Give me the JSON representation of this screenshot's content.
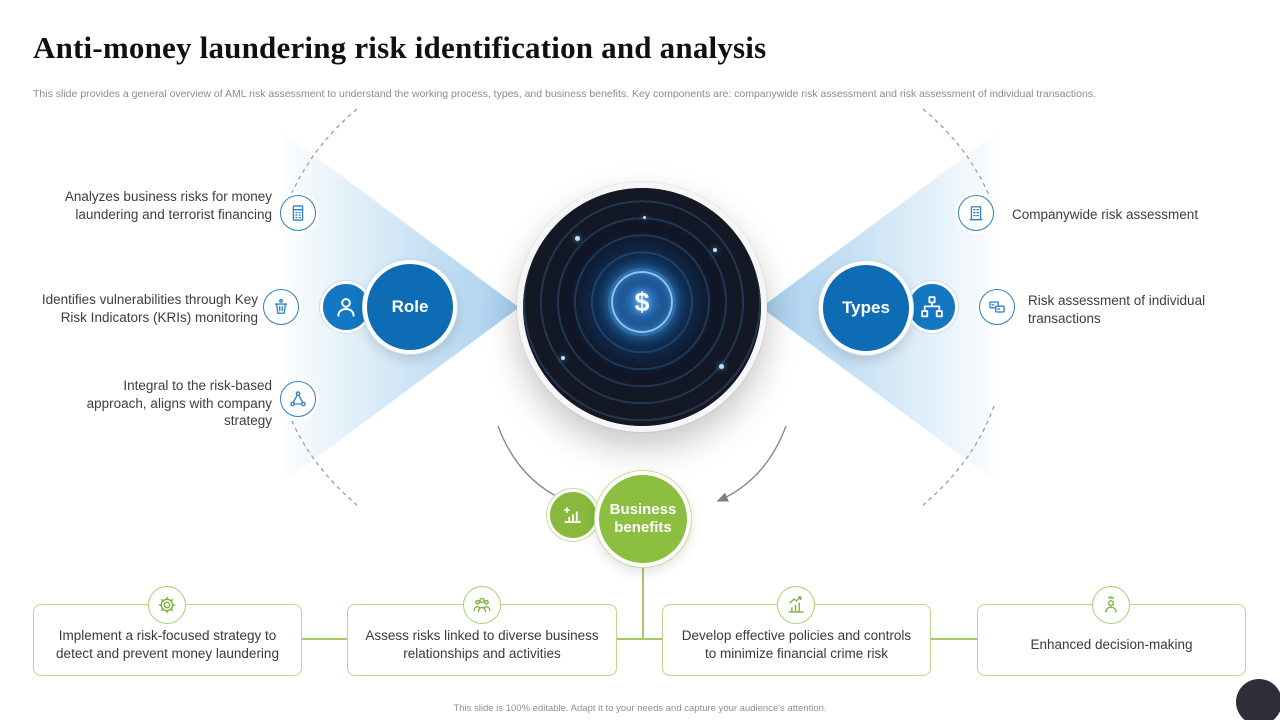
{
  "slide": {
    "title": "Anti-money laundering risk identification and analysis",
    "subtitle": "This slide provides a general overview of AML risk assessment to understand the working process, types, and business benefits. Key components are: companywide risk assessment and risk assessment of individual transactions.",
    "footer": "This slide is 100% editable.  Adapt it to your needs and capture your audience's attention."
  },
  "center": {
    "symbol": "$",
    "description": "digital AML technology artwork"
  },
  "role": {
    "label": "Role",
    "badge_icon": "person-icon",
    "items": [
      {
        "icon": "calculator-icon",
        "text": "Analyzes business risks for money laundering and terrorist financing"
      },
      {
        "icon": "kri-bin-icon",
        "text": "Identifies vulnerabilities through Key Risk Indicators (KRIs) monitoring"
      },
      {
        "icon": "strategy-network-icon",
        "text": "Integral to the risk-based approach, aligns with company strategy"
      }
    ]
  },
  "types": {
    "label": "Types",
    "badge_icon": "flowchart-icon",
    "items": [
      {
        "icon": "company-building-icon",
        "text": "Companywide risk assessment"
      },
      {
        "icon": "transactions-icon",
        "text": "Risk assessment of individual transactions"
      }
    ]
  },
  "benefits": {
    "label": "Business benefits",
    "badge_icon": "growth-chart-icon",
    "boxes": [
      {
        "icon": "gear-icon",
        "text": "Implement a risk-focused strategy to detect and prevent money laundering"
      },
      {
        "icon": "people-group-icon",
        "text": "Assess risks linked to diverse business relationships and activities"
      },
      {
        "icon": "policy-chart-icon",
        "text": "Develop effective policies and controls to minimize financial crime risk"
      },
      {
        "icon": "decision-person-icon",
        "text": "Enhanced decision-making"
      }
    ]
  },
  "colors": {
    "blue": "#0e6cb4",
    "green": "#8cbe3f",
    "dark": "#23242e"
  }
}
